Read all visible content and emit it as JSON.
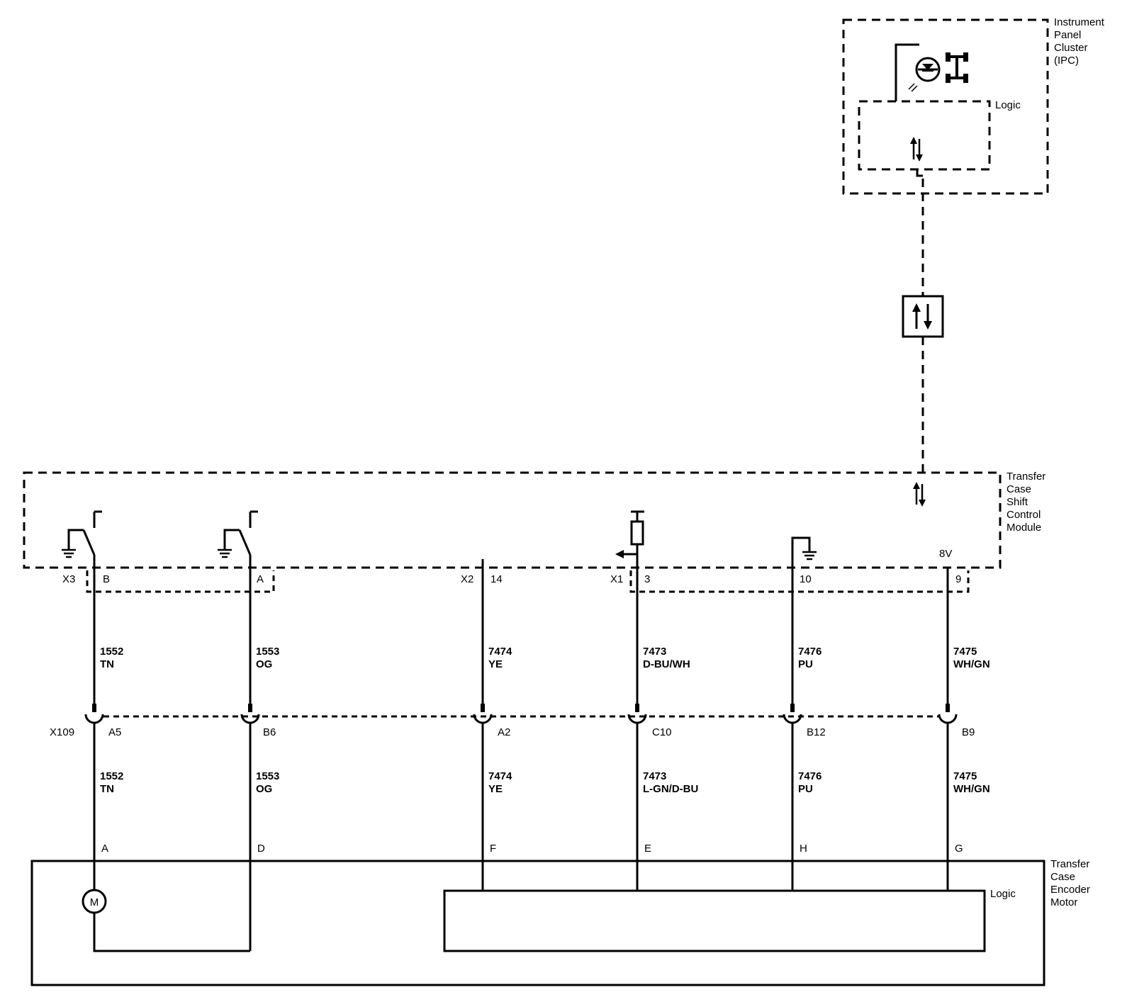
{
  "modules": {
    "ipc": {
      "name_lines": [
        "Instrument",
        "Panel",
        "Cluster",
        "(IPC)"
      ],
      "logic_label": "Logic"
    },
    "tcscm": {
      "name_lines": [
        "Transfer",
        "Case",
        "Shift",
        "Control",
        "Module"
      ],
      "supply_label": "8V"
    },
    "encoder": {
      "name_lines": [
        "Transfer",
        "Case",
        "Encoder",
        "Motor"
      ],
      "logic_label": "Logic",
      "motor_label": "M"
    }
  },
  "module_connectors": [
    {
      "connector": "X3",
      "pins": [
        "B",
        "A"
      ]
    },
    {
      "connector": "X2",
      "pins": [
        "14"
      ]
    },
    {
      "connector": "X1",
      "pins": [
        "3",
        "10",
        "9"
      ]
    }
  ],
  "inline_connector": {
    "name": "X109"
  },
  "circuits": [
    {
      "module_pin": "B",
      "upper_circuit": "1552",
      "upper_color": "TN",
      "inline_pin": "A5",
      "lower_circuit": "1552",
      "lower_color": "TN",
      "encoder_pin": "A"
    },
    {
      "module_pin": "A",
      "upper_circuit": "1553",
      "upper_color": "OG",
      "inline_pin": "B6",
      "lower_circuit": "1553",
      "lower_color": "OG",
      "encoder_pin": "D"
    },
    {
      "module_pin": "14",
      "upper_circuit": "7474",
      "upper_color": "YE",
      "inline_pin": "A2",
      "lower_circuit": "7474",
      "lower_color": "YE",
      "encoder_pin": "F"
    },
    {
      "module_pin": "3",
      "upper_circuit": "7473",
      "upper_color": "D-BU/WH",
      "inline_pin": "C10",
      "lower_circuit": "7473",
      "lower_color": "L-GN/D-BU",
      "encoder_pin": "E"
    },
    {
      "module_pin": "10",
      "upper_circuit": "7476",
      "upper_color": "PU",
      "inline_pin": "B12",
      "lower_circuit": "7476",
      "lower_color": "PU",
      "encoder_pin": "H"
    },
    {
      "module_pin": "9",
      "upper_circuit": "7475",
      "upper_color": "WH/GN",
      "inline_pin": "B9",
      "lower_circuit": "7475",
      "lower_color": "WH/GN",
      "encoder_pin": "G"
    }
  ],
  "icons": {
    "ipc_indicator": "4wd-indicator-lamp-icon",
    "serial_data": "serial-data-arrows-icon",
    "ground": "ground-icon",
    "switch": "switch-icon",
    "pull_up_resistor": "resistor-icon",
    "motor": "motor-icon"
  }
}
